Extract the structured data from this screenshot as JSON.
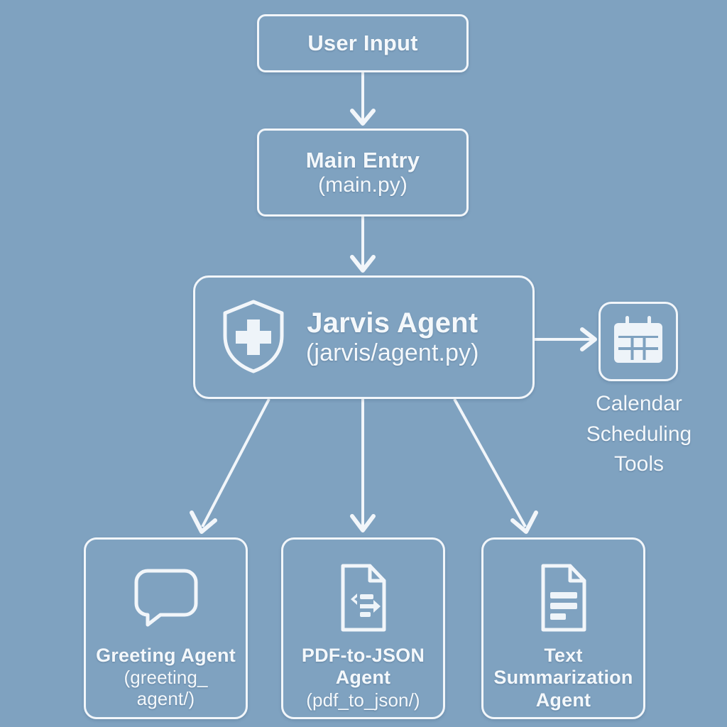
{
  "diagram": {
    "background_color": "#7fa2c0",
    "line_color": "#f2f6fa",
    "text_color": "#f4f8fb",
    "nodes": {
      "user_input": {
        "title": "User Input"
      },
      "main_entry": {
        "title": "Main Entry",
        "subtitle": "(main.py)"
      },
      "jarvis_agent": {
        "title": "Jarvis Agent",
        "subtitle": "(jarvis/agent.py)",
        "icon": "shield-plus-icon"
      },
      "calendar_tools": {
        "icon": "calendar-icon",
        "caption_line1": "Calendar",
        "caption_line2": "Scheduling",
        "caption_line3": "Tools"
      },
      "greeting_agent": {
        "title": "Greeting Agent",
        "subtitle_line1": "(greeting_",
        "subtitle_line2": "agent/)",
        "icon": "speech-bubble-icon"
      },
      "pdf_to_json": {
        "title_line1": "PDF-to-JSON",
        "title_line2": "Agent",
        "subtitle": "(pdf_to_json/)",
        "icon": "document-convert-icon"
      },
      "text_summarization": {
        "title_line1": "Text",
        "title_line2": "Summarization",
        "title_line3": "Agent",
        "icon": "document-lines-icon"
      }
    },
    "edges": [
      {
        "from": "user_input",
        "to": "main_entry",
        "style": "vertical-arrow"
      },
      {
        "from": "main_entry",
        "to": "jarvis_agent",
        "style": "vertical-arrow"
      },
      {
        "from": "jarvis_agent",
        "to": "calendar_tools",
        "style": "horizontal-arrow"
      },
      {
        "from": "jarvis_agent",
        "to": "greeting_agent",
        "style": "diagonal-arrow"
      },
      {
        "from": "jarvis_agent",
        "to": "pdf_to_json",
        "style": "vertical-arrow"
      },
      {
        "from": "jarvis_agent",
        "to": "text_summarization",
        "style": "diagonal-arrow"
      }
    ]
  }
}
